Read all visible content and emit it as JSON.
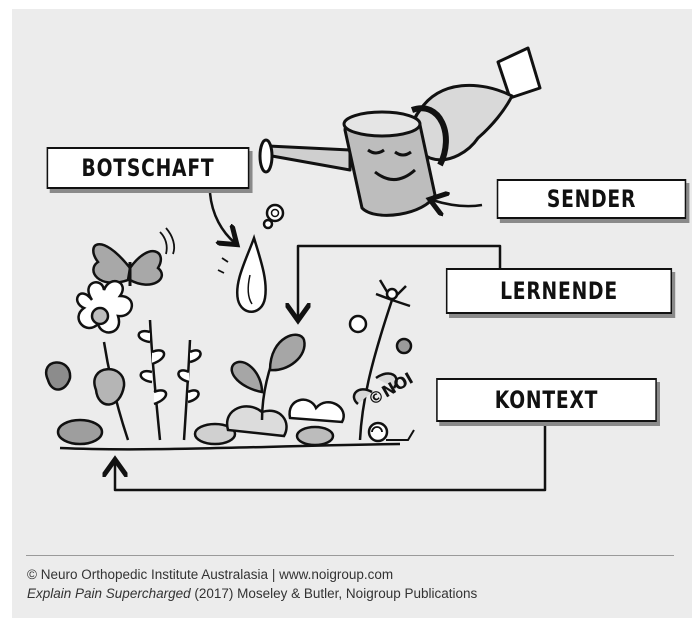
{
  "labels": {
    "botschaft": "BOTSCHAFT",
    "sender": "SENDER",
    "lernende": "LERNENDE",
    "kontext": "KONTEXT"
  },
  "watermark": "©NOI",
  "footer": {
    "line1": "© Neuro Orthopedic Institute Australasia | www.noigroup.com",
    "line2_title": "Explain Pain Supercharged",
    "line2_rest": " (2017) Moseley & Butler, Noigroup Publications"
  },
  "colors": {
    "background": "#ececec",
    "ink": "#111111",
    "shadow": "#8a8a8a",
    "box": "#ffffff"
  }
}
